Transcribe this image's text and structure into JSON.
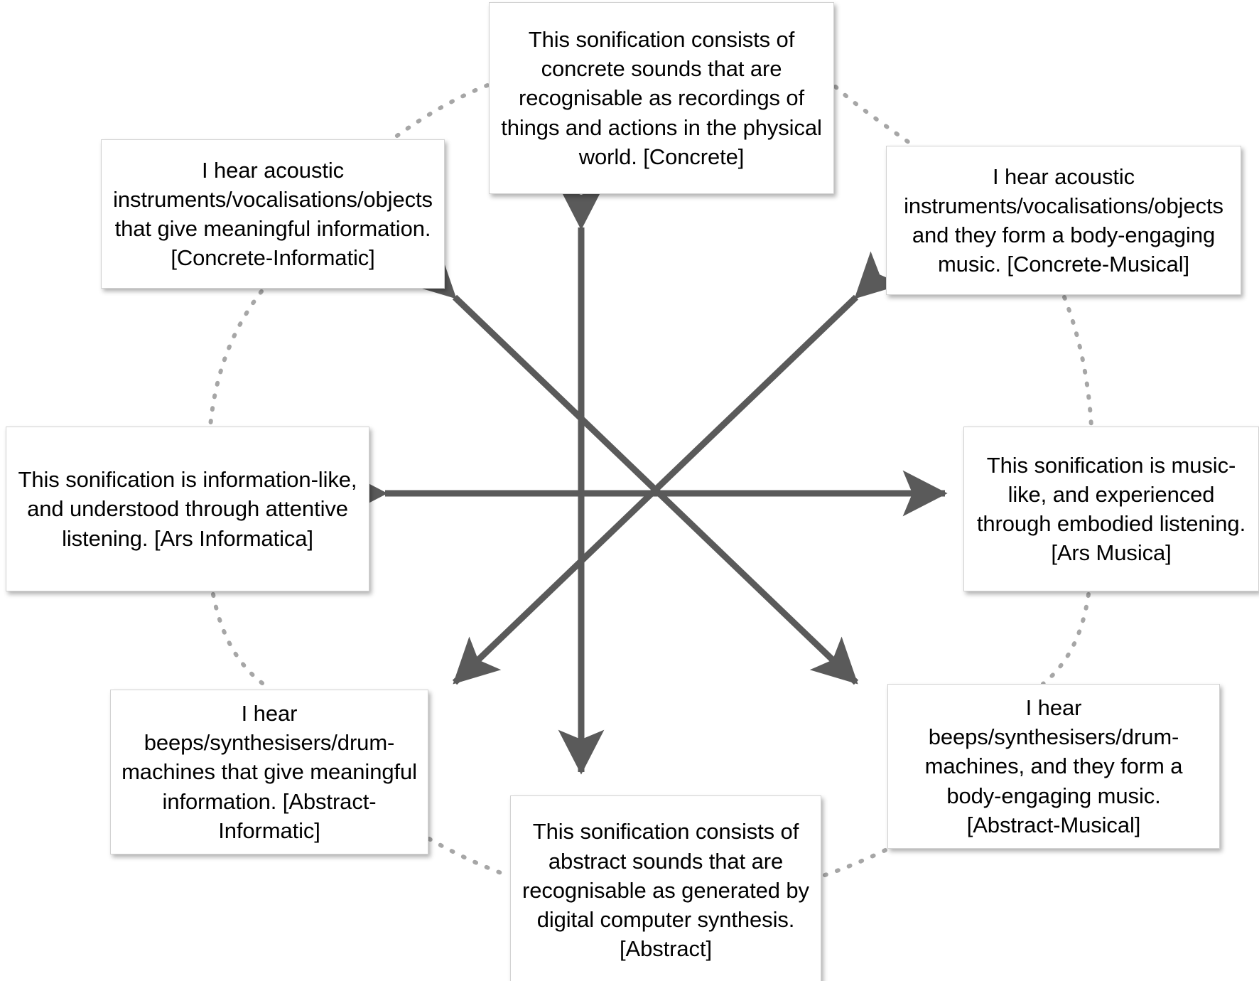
{
  "diagram": {
    "title": "Sonification listening-mode axes diagram",
    "colors": {
      "arrow": "#5a5a5a",
      "arc": "#a6a6a6",
      "box_border": "#d2d2d2",
      "box_fill": "#ffffff",
      "text": "#000000"
    },
    "axes": [
      {
        "name": "vertical-axis",
        "from_label": "Abstract",
        "to_label": "Concrete",
        "orientation": "vertical"
      },
      {
        "name": "horizontal-axis",
        "from_label": "Ars Informatica",
        "to_label": "Ars Musica",
        "orientation": "horizontal"
      },
      {
        "name": "diagonal-axis-nw-se",
        "from_label": "Concrete-Informatic",
        "to_label": "Abstract-Musical",
        "orientation": "diagonal"
      },
      {
        "name": "diagonal-axis-ne-sw",
        "from_label": "Concrete-Musical",
        "to_label": "Abstract-Informatic",
        "orientation": "diagonal"
      }
    ],
    "nodes": {
      "concrete": {
        "id": "Concrete",
        "position": "top",
        "text": "This sonification consists of concrete sounds that are recognisable as recordings of things and actions in the physical world. [Concrete]"
      },
      "concrete_informatic": {
        "id": "Concrete-Informatic",
        "position": "top-left",
        "text": "I hear acoustic instruments/vocalisations/objects that give meaningful information. [Concrete-Informatic]"
      },
      "concrete_musical": {
        "id": "Concrete-Musical",
        "position": "top-right",
        "text": "I hear acoustic instruments/vocalisations/objects and they form a body-engaging music. [Concrete-Musical]"
      },
      "ars_informatica": {
        "id": "Ars Informatica",
        "position": "left",
        "text": "This sonification is information-like, and understood through attentive listening. [Ars Informatica]"
      },
      "ars_musica": {
        "id": "Ars Musica",
        "position": "right",
        "text": "This sonification is music-like, and experienced through embodied listening. [Ars Musica]"
      },
      "abstract_informatic": {
        "id": "Abstract-Informatic",
        "position": "bottom-left",
        "text": "I hear beeps/synthesisers/drum-machines that give meaningful information. [Abstract-Informatic]"
      },
      "abstract_musical": {
        "id": "Abstract-Musical",
        "position": "bottom-right",
        "text": "I hear beeps/synthesisers/drum-machines, and they form a body-engaging music. [Abstract-Musical]"
      },
      "abstract": {
        "id": "Abstract",
        "position": "bottom",
        "text": "This sonification consists of abstract sounds that are recognisable as generated by digital computer synthesis. [Abstract]"
      }
    }
  }
}
